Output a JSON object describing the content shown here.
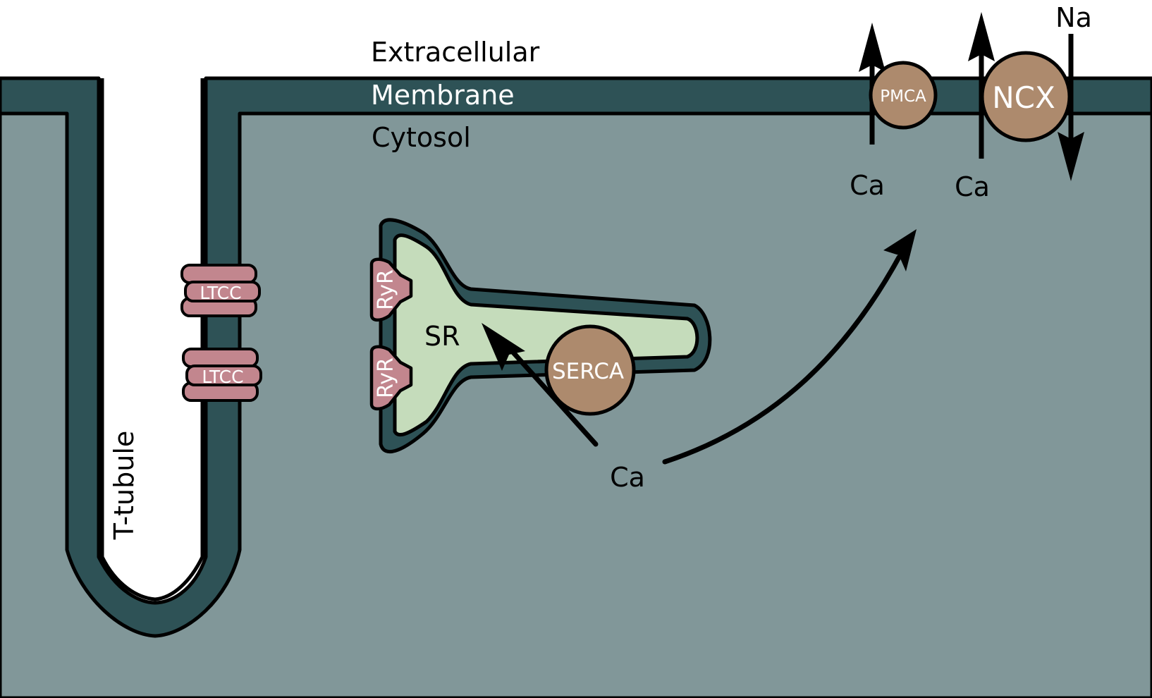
{
  "labels": {
    "extracellular": "Extracellular",
    "membrane": "Membrane",
    "cytosol": "Cytosol",
    "t_tubule": "T-tubule",
    "sr": "SR",
    "ltcc_1": "LTCC",
    "ltcc_2": "LTCC",
    "ryr_1": "RyR",
    "ryr_2": "RyR",
    "serca": "SERCA",
    "pmca": "PMCA",
    "ncx": "NCX",
    "ca_pmca": "Ca",
    "ca_ncx": "Ca",
    "na": "Na",
    "ca_cytosol": "Ca"
  },
  "colors": {
    "extracellular": "#ffffff",
    "membrane": "#2e5256",
    "cytosol": "#819799",
    "sr_lumen": "#c5dcbb",
    "channel": "#c2868e",
    "transporter": "#ad8a6d",
    "outline": "#000000"
  }
}
